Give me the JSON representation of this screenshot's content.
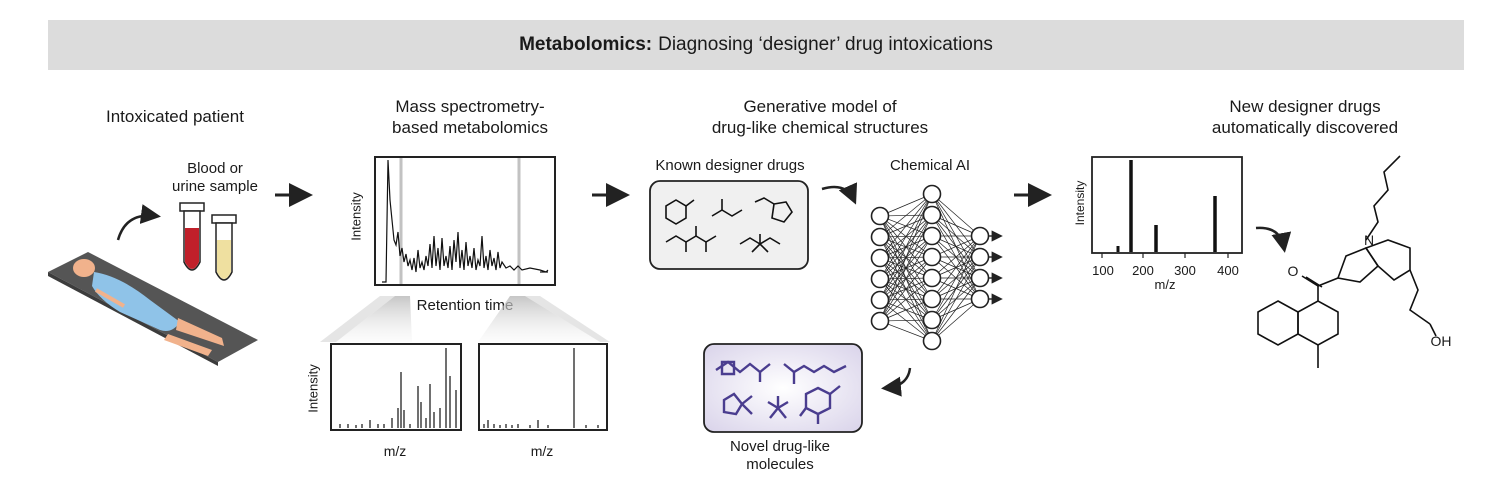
{
  "title": {
    "bold": "Metabolomics:",
    "rest": "Diagnosing ‘designer’ drug intoxications"
  },
  "steps": {
    "patient": "Intoxicated patient",
    "sample": [
      "Blood or",
      "urine sample"
    ],
    "msm": [
      "Mass spectrometry-",
      "based metabolomics"
    ],
    "generative": [
      "Generative model of",
      "drug-like chemical structures"
    ],
    "discovered": [
      "New designer drugs",
      "automatically discovered"
    ]
  },
  "labels": {
    "intensity": "Intensity",
    "retention_time": "Retention time",
    "mz": "m/z",
    "known_drugs": "Known designer drugs",
    "chemical_ai": "Chemical AI",
    "novel": [
      "Novel drug-like",
      "molecules"
    ],
    "carbonyl_o": "O",
    "nitrogen_n": "N",
    "hydroxyl_oh": "OH"
  },
  "result_axis": {
    "ticks": [
      "100",
      "200",
      "300",
      "400"
    ]
  },
  "colors": {
    "banner": "#dcdcdc",
    "blood": "#c0202a",
    "urine": "#efe0a0",
    "patient_gown": "#8fc3e8",
    "mat": "#555555",
    "novel_molecules": "#4a3d8f",
    "novel_box": "#d9d3ea"
  }
}
